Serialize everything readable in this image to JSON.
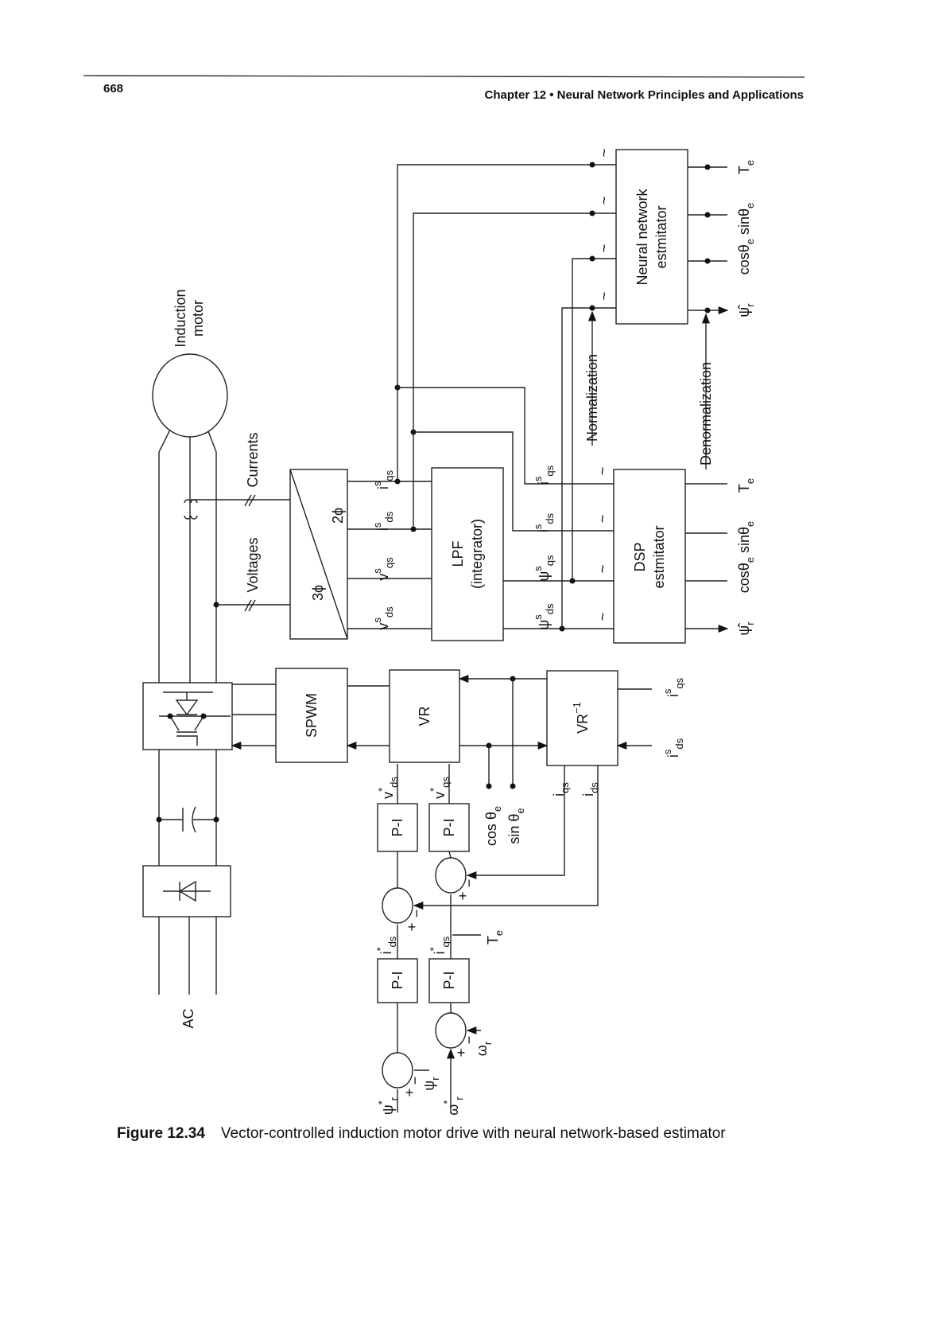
{
  "header": {
    "page_number": "668",
    "chapter": "Chapter 12 • Neural Network Principles and Applications"
  },
  "caption": {
    "label": "Figure 12.34",
    "text": "Vector-controlled induction motor drive with neural network-based estimator"
  },
  "blocks": {
    "induction_motor": [
      "Induction",
      "motor"
    ],
    "currents": "Currents",
    "voltages": "Voltages",
    "three_phase": "3ϕ",
    "two_phase": "2ϕ",
    "lpf": [
      "LPF",
      "(integrator)"
    ],
    "nn_estimator": [
      "Neural network",
      "estmitator"
    ],
    "dsp_estimator": [
      "DSP",
      "estmitator"
    ],
    "spwm": "SPWM",
    "vr": "VR",
    "vr_inverse": {
      "base": "VR",
      "sup": "−1"
    },
    "pi": "P-I",
    "ac": "AC",
    "normalization": "Normalization",
    "denormalization": "Denormalization",
    "tilde": "~",
    "plus": "+",
    "minus": "−"
  },
  "signals": {
    "iqs_s": {
      "base": "i",
      "sup": "s",
      "sub": "qs"
    },
    "ids_s": {
      "base": "i",
      "sup": "s",
      "sub": "ds"
    },
    "vqs_s": {
      "base": "v",
      "sup": "s",
      "sub": "qs"
    },
    "vds_s": {
      "base": "v",
      "sup": "s",
      "sub": "ds"
    },
    "psiqs_s": {
      "base": "ψ",
      "sup": "s",
      "sub": "qs"
    },
    "psids_s": {
      "base": "ψ",
      "sup": "s",
      "sub": "ds"
    },
    "te": {
      "base": "T",
      "sub": "e"
    },
    "cos_sin": {
      "cos": "cosθ",
      "sub1": "e",
      "sin": " sinθ",
      "sub2": "e"
    },
    "psi_r_hat": {
      "base": "ψ̂",
      "sub": "r"
    },
    "vds_ref": {
      "base": "v",
      "sup": "*",
      "sub": "ds"
    },
    "vqs_ref": {
      "base": "v",
      "sup": "*",
      "sub": "qs"
    },
    "cos_theta": {
      "base": "cos θ",
      "sub": "e"
    },
    "sin_theta": {
      "base": "sin θ",
      "sub": "e"
    },
    "iqs": {
      "base": "i",
      "sub": "qs"
    },
    "ids": {
      "base": "i",
      "sub": "ds"
    },
    "ids_ref": {
      "base": "i",
      "sup": "*",
      "sub": "ds"
    },
    "iqs_ref": {
      "base": "i",
      "sup": "*",
      "sub": "qs"
    },
    "psi_r": {
      "base": "ψ",
      "sub": "r"
    },
    "omega_r": {
      "base": "ω",
      "sub": "r"
    },
    "psi_r_ref": {
      "base": "ψ",
      "sup": "*",
      "sub": "r"
    },
    "omega_r_ref": {
      "base": "ω",
      "sup": "*",
      "sub": "r"
    }
  }
}
